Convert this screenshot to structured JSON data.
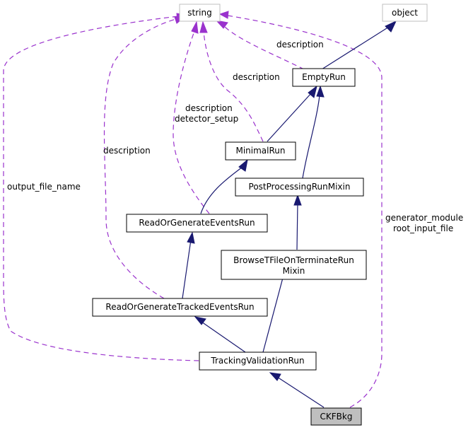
{
  "nodes": {
    "string": "string",
    "object": "object",
    "empty_run": "EmptyRun",
    "minimal_run": "MinimalRun",
    "post_processing": "PostProcessingRunMixin",
    "read_or_generate_events": "ReadOrGenerateEventsRun",
    "browse_tfile_line1": "BrowseTFileOnTerminateRun",
    "browse_tfile_line2": "Mixin",
    "read_or_generate_tracked": "ReadOrGenerateTrackedEventsRun",
    "tracking_validation": "TrackingValidationRun",
    "ckfbkg": "CKFBkg"
  },
  "edge_labels": {
    "emptyrun_description": "description",
    "minimalrun_description": "description",
    "events_description": "description",
    "events_detector_setup": "detector_setup",
    "tracked_description": "description",
    "output_file_name": "output_file_name",
    "generator_module": "generator_module",
    "root_input_file": "root_input_file"
  },
  "colors": {
    "inheritance": "#191970",
    "usage": "#9a32cd",
    "focus_fill": "#bfbfbf",
    "external_border": "#bfbfbf"
  }
}
